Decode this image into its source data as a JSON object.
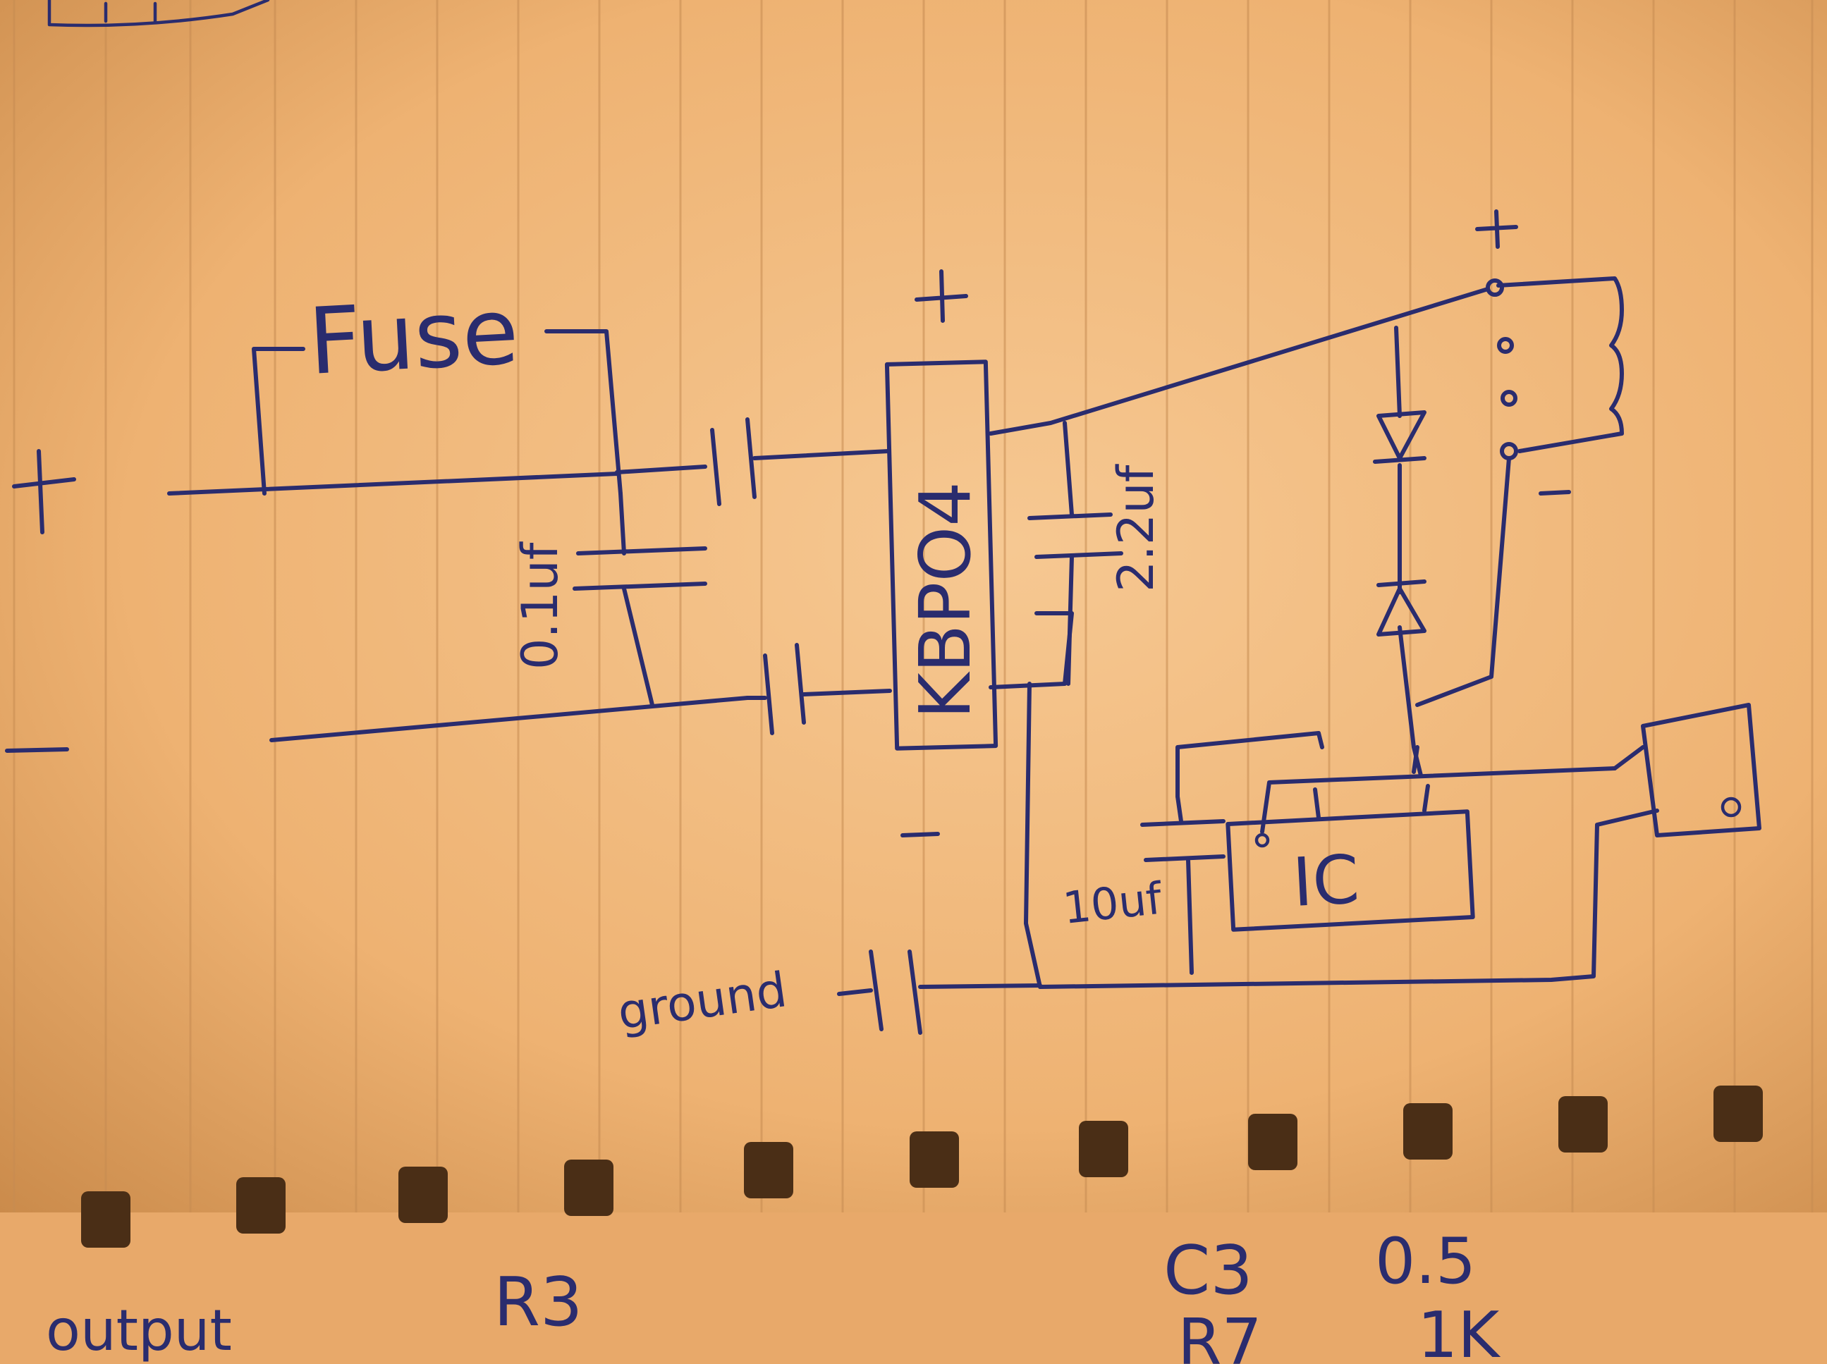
{
  "labels": {
    "fuse": "Fuse",
    "cap_input": "0.1uf",
    "regulator": "KBPO4",
    "cap_output": "2.2uf",
    "cap_ic": "10uf",
    "ic": "IC",
    "ground": "ground",
    "plus_input": "+",
    "minus_input": "—",
    "plus_bridge": "+",
    "minus_bridge": "—",
    "plus_coil": "+",
    "minus_coil": "—",
    "switch_terminal": "0"
  },
  "bottom_sheet_text": [
    "output",
    "R3",
    "C3",
    "R7",
    "0.5",
    "1K"
  ],
  "colors": {
    "paper": "#f2b97a",
    "paper_shadow": "#c98a4e",
    "ink": "#2a2c6e",
    "ruling": "#c78c52"
  }
}
